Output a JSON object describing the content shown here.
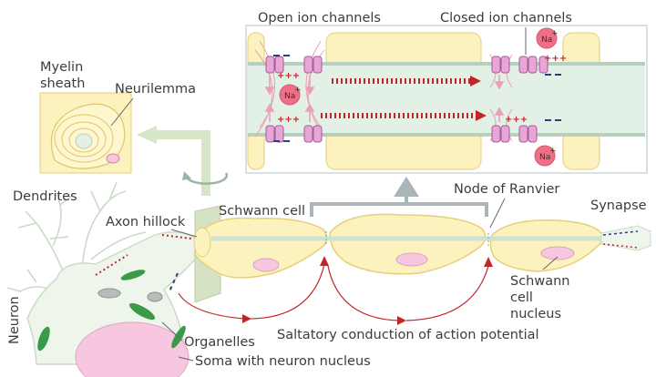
{
  "labels": {
    "open_ion_channels": "Open ion channels",
    "closed_ion_channels": "Closed ion channels",
    "myelin": "Myelin",
    "sheath": "sheath",
    "neurilemma": "Neurilemma",
    "dendrites": "Dendrites",
    "axon_hillock": "Axon hillock",
    "schwann_cell": "Schwann cell",
    "node_of_ranvier": "Node of Ranvier",
    "synapse": "Synapse",
    "schwann_nucleus_1": "Schwann",
    "schwann_nucleus_2": "cell",
    "schwann_nucleus_3": "nucleus",
    "neuron": "Neuron",
    "organelles": "Organelles",
    "saltatory": "Saltatory conduction of action potential",
    "soma": "Soma with neuron nucleus"
  },
  "ions": {
    "sodium": "Na",
    "sodium_charge": "+",
    "positive": "+++",
    "negative": "– –"
  },
  "colors": {
    "myelin_fill": "#fbf2bd",
    "myelin_stroke": "#e6cf7a",
    "axon_fill": "#e3f0e6",
    "axon_stroke": "#b7cfbd",
    "channel_fill": "#e6a7d6",
    "channel_stroke": "#a85a96",
    "sodium_fill": "#ef6f86",
    "signal_red": "#c0262a",
    "negative_blue": "#2b3d7a",
    "arrow_gray": "#aab5b9",
    "cell_fill": "#eef6ec",
    "nucleus_fill": "#f7c6df",
    "organelle_green": "#3a9a4a"
  }
}
